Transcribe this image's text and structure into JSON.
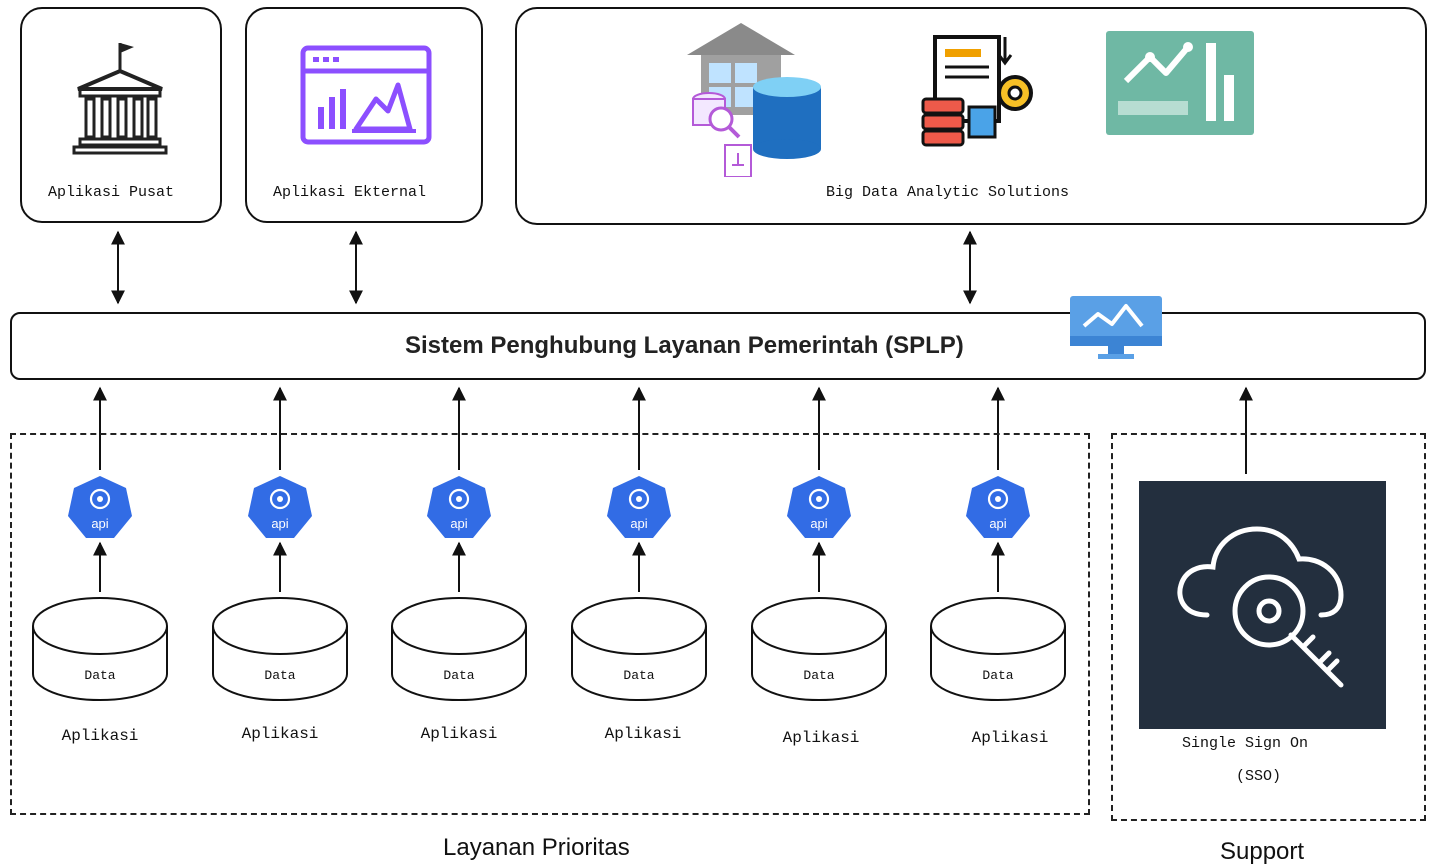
{
  "top_boxes": {
    "pusat": {
      "label": "Aplikasi Pusat",
      "icon": "government-building-icon"
    },
    "eksternal": {
      "label": "Aplikasi Ekternal",
      "icon": "analytics-window-icon"
    },
    "bigdata": {
      "label": "Big Data Analytic Solutions",
      "icons": [
        "data-warehouse-icon",
        "data-report-gear-icon",
        "line-bar-chart-icon"
      ]
    }
  },
  "splp": {
    "title": "Sistem Penghubung Layanan Pemerintah (SPLP)",
    "icon": "monitor-chart-icon"
  },
  "services": [
    {
      "db_label": "Data",
      "app_label": "Aplikasi",
      "api_label": "api"
    },
    {
      "db_label": "Data",
      "app_label": "Aplikasi",
      "api_label": "api"
    },
    {
      "db_label": "Data",
      "app_label": "Aplikasi",
      "api_label": "api"
    },
    {
      "db_label": "Data",
      "app_label": "Aplikasi",
      "api_label": "api"
    },
    {
      "db_label": "Data",
      "app_label": "Aplikasi",
      "api_label": "api"
    },
    {
      "db_label": "Data",
      "app_label": "Aplikasi",
      "api_label": "api"
    }
  ],
  "groups": {
    "priority": {
      "caption": "Layanan Prioritas"
    },
    "support": {
      "caption": "Support"
    }
  },
  "sso": {
    "line1": "Single Sign On",
    "line2": "(SSO)",
    "icon": "cloud-key-icon"
  },
  "colors": {
    "api_blue": "#326ce5",
    "sso_bg": "#232f3e",
    "purple": "#8c4fff",
    "teal": "#6fb8a4",
    "monitor_blue": "#5aa0e6"
  }
}
